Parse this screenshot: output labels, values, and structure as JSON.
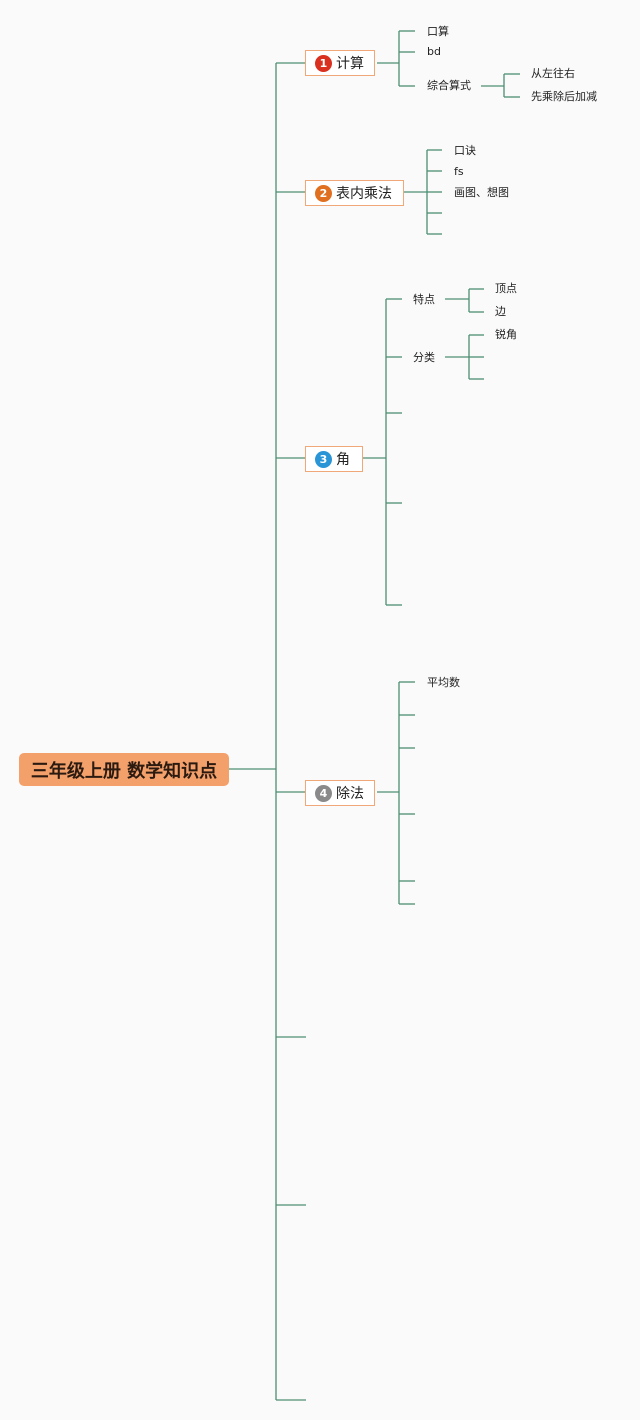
{
  "root": {
    "label": "三年级上册 数学知识点"
  },
  "colors": {
    "line": "#4e8f74",
    "root_bg": "#f3a06b",
    "node_border": "#f0a878"
  },
  "branches": [
    {
      "num": "1",
      "label": "计算",
      "badge_color": "#d9301f",
      "children": [
        {
          "label": "口算"
        },
        {
          "label": "bd"
        },
        {
          "label": "综合算式",
          "children": [
            {
              "label": "从左往右"
            },
            {
              "label": "先乘除后加减"
            }
          ]
        }
      ]
    },
    {
      "num": "2",
      "label": "表内乘法",
      "badge_color": "#e0701f",
      "children": [
        {
          "label": "口诀"
        },
        {
          "label": "fs"
        },
        {
          "label": "画图、想图"
        },
        {
          "label": ""
        },
        {
          "label": ""
        }
      ]
    },
    {
      "num": "3",
      "label": "角",
      "badge_color": "#2a95d6",
      "children": [
        {
          "label": "特点",
          "children": [
            {
              "label": "顶点"
            },
            {
              "label": "边"
            }
          ]
        },
        {
          "label": "分类",
          "children": [
            {
              "label": "锐角"
            },
            {
              "label": ""
            },
            {
              "label": ""
            }
          ]
        },
        {
          "label": ""
        },
        {
          "label": ""
        },
        {
          "label": ""
        }
      ]
    },
    {
      "num": "4",
      "label": "除法",
      "badge_color": "#8a8a8a",
      "children": [
        {
          "label": "平均数"
        },
        {
          "label": ""
        },
        {
          "label": ""
        },
        {
          "label": ""
        },
        {
          "label": ""
        },
        {
          "label": ""
        }
      ]
    },
    {
      "label": ""
    },
    {
      "label": ""
    },
    {
      "label": ""
    }
  ]
}
